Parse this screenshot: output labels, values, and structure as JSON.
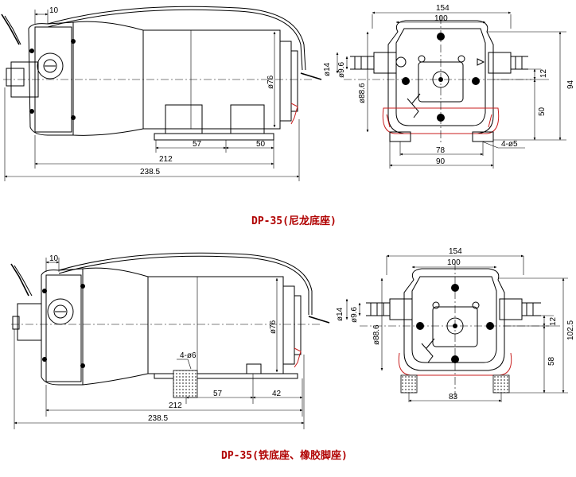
{
  "figure_top": {
    "side_view": {
      "dims": {
        "d10": "10",
        "d76": "ø76",
        "d57": "57",
        "d50": "50",
        "d212": "212",
        "d238": "238.5"
      }
    },
    "front_view": {
      "dims": {
        "d154": "154",
        "d100": "100",
        "d14": "ø14",
        "d96": "ø9.6",
        "d886": "ø88.6",
        "d12": "12",
        "d94": "94",
        "d50": "50",
        "d78": "78",
        "d90": "90",
        "holes": "4-ø5"
      }
    },
    "caption": "DP-35(尼龙底座)"
  },
  "figure_bottom": {
    "side_view": {
      "dims": {
        "d10": "10",
        "d76": "ø76",
        "holes": "4-ø6",
        "d57": "57",
        "d42": "42",
        "d212": "212",
        "d238": "238.5"
      }
    },
    "front_view": {
      "dims": {
        "d154": "154",
        "d100": "100",
        "d14": "ø14",
        "d96": "ø9.6",
        "d886": "ø88.6",
        "d12": "12",
        "d1025": "102.5",
        "d58": "58",
        "d83": "83"
      }
    },
    "caption": "DP-35(铁底座、橡胶脚座)"
  }
}
